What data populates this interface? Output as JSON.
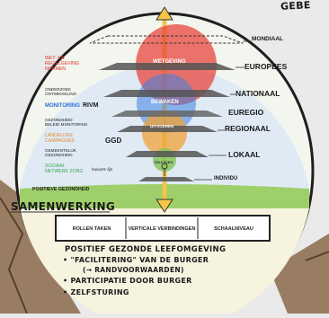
{
  "corner_label": "GEBE",
  "levels": {
    "mondiaal": "MONDIAAL",
    "europees": "EUROPEES",
    "nationaal": "NATIONAAL",
    "euregio": "EUREGIO",
    "regionaal": "REGIONAAL",
    "lokaal": "LOKAAL",
    "individu": "INDIVIDU"
  },
  "circles": {
    "red": "WETGEVING",
    "blue": "BEWAKEN",
    "orange": "UITVOEREN",
    "green": "ZELFZORG"
  },
  "left_notes": {
    "wet_regelgeving": "WET- EN REGELGEVING NORMEN",
    "onderzoek": "ONDERZOEK ONTWIKKELING",
    "monitoring": "MONITORING",
    "rivm": "RIVM",
    "gezondheid_beleid": "GEZONDHEID BELEID MONITORING",
    "landelijke": "LANDELIJKE CAMPAGNES",
    "ggd": "GGD",
    "gemeentelijk": "GEMEENTELIJK GEZONDHEID",
    "sociaal": "SOCIAAL NETWERK ZORG",
    "huisarts": "huisarts fijn",
    "positieve": "POSITIEVE GEZONDHEID"
  },
  "samenwerking": "SAMENWERKING",
  "bar": {
    "col1": "ROLLEN TAKEN",
    "col2": "VERTICALE VERBINDINGEN",
    "col3": "SCHAALNIVEAU"
  },
  "bottom": {
    "title": "POSITIEF GEZONDE LEEFOMGEVING",
    "line1": "\"FACILITERING\" VAN DE BURGER",
    "line2": "(→ RANDVOORWAARDEN)",
    "line3": "PARTICIPATIE DOOR BURGER",
    "line4": "ZELFSTURING"
  },
  "colors": {
    "red": "#e8463d",
    "blue": "#3d7fe0",
    "orange": "#f0a23a",
    "green": "#7fc45a",
    "sky": "#dfeaf5",
    "grass": "#9fcf6a",
    "bark": "#8b6a4a"
  }
}
